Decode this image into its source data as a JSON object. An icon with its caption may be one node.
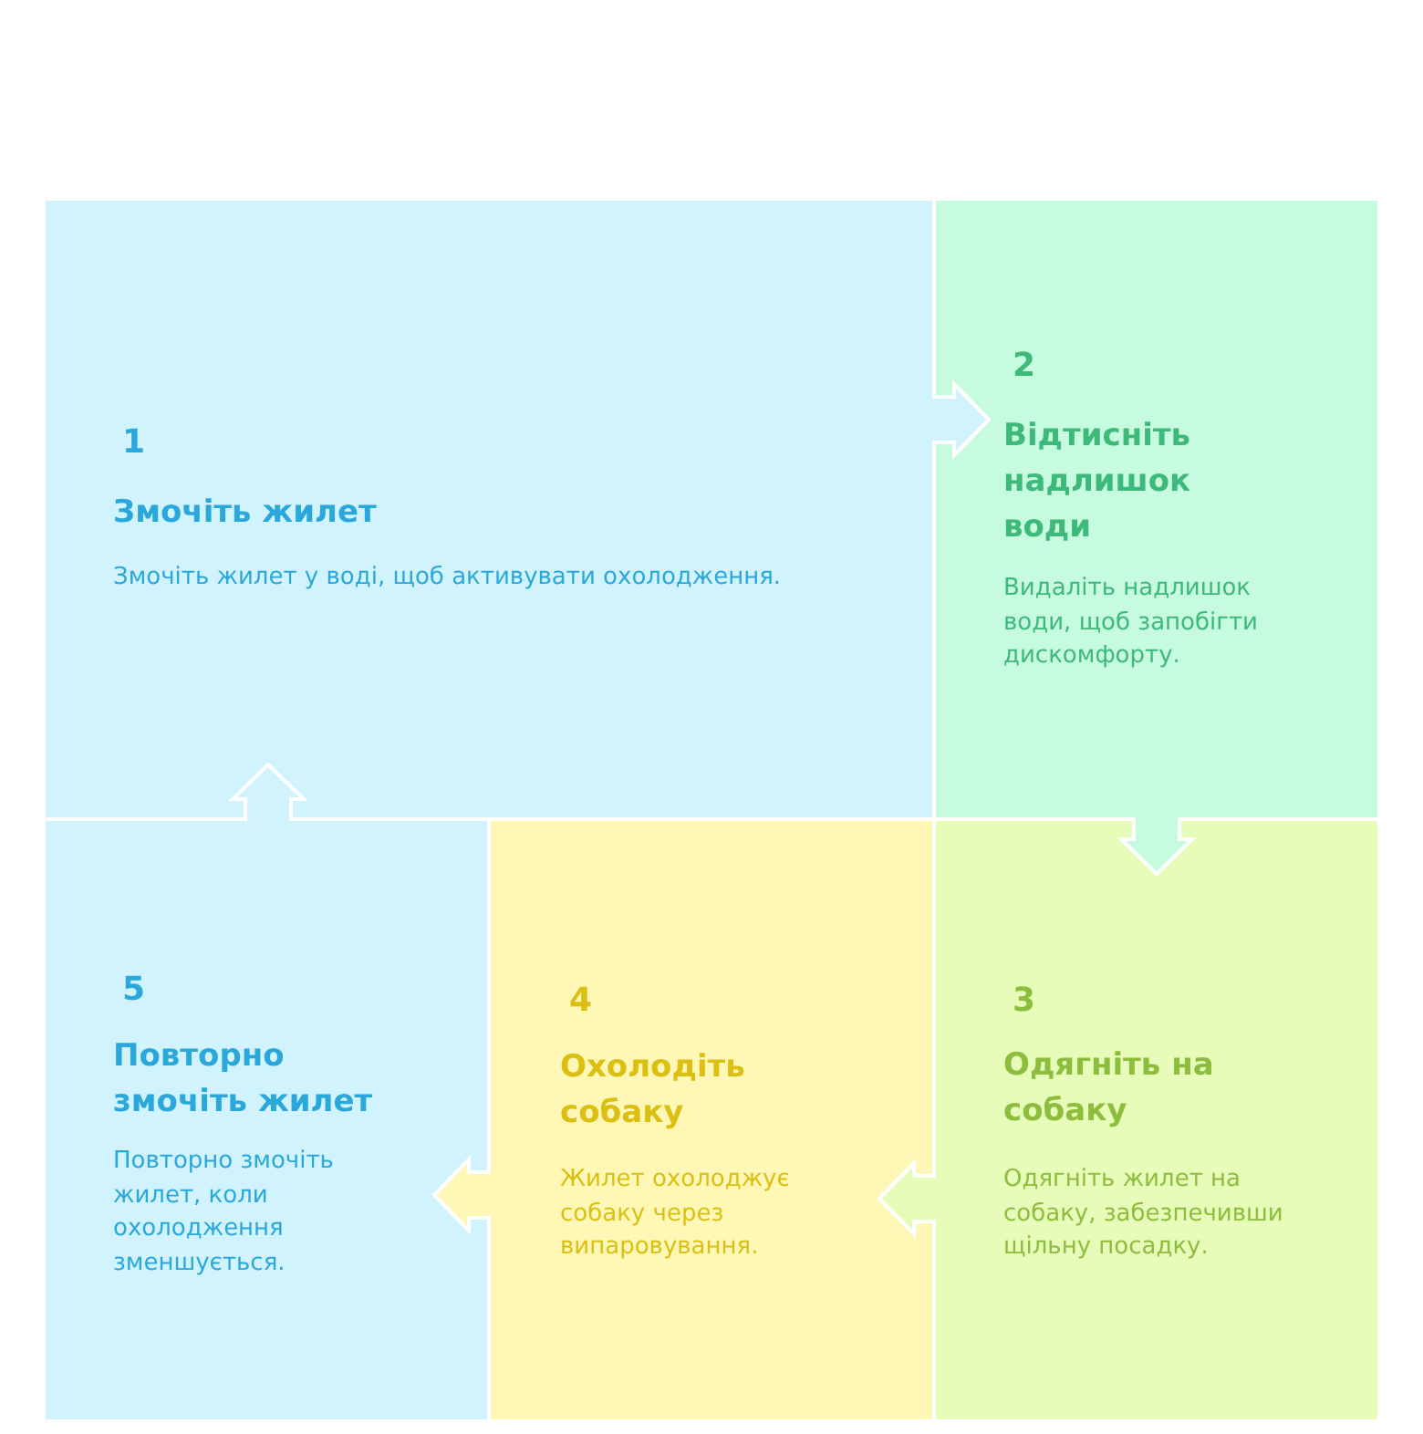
{
  "diagram": {
    "nodes": [
      {
        "text": [
          "1",
          "Змочіть жилет",
          "Змочіть жилет у воді, щоб активувати охолодження."
        ]
      },
      {
        "text": [
          "2",
          "Відтисніть надлишок води",
          "Видаліть надлишок води, щоб запобігти дискомфорту."
        ]
      },
      {
        "text": [
          "3",
          "Одягніть на собаку",
          "Одягніть жилет на собаку, забезпечивши щільну посадку."
        ]
      },
      {
        "text": [
          "4",
          "Охолодіть собаку",
          "Жилет охолоджує собаку через випаровування."
        ]
      },
      {
        "text": [
          "5",
          "Повторно змочіть жилет",
          "Повторно змочіть жилет, коли охолодження зменшується."
        ]
      }
    ],
    "edges": [
      {
        "from": 0,
        "to": 1,
        "arrow": "to"
      },
      {
        "from": 1,
        "to": 2,
        "arrow": "to"
      },
      {
        "from": 2,
        "to": 3,
        "arrow": "to"
      },
      {
        "from": 3,
        "to": 4,
        "arrow": "to"
      },
      {
        "from": 4,
        "to": 0,
        "arrow": "to"
      }
    ]
  }
}
